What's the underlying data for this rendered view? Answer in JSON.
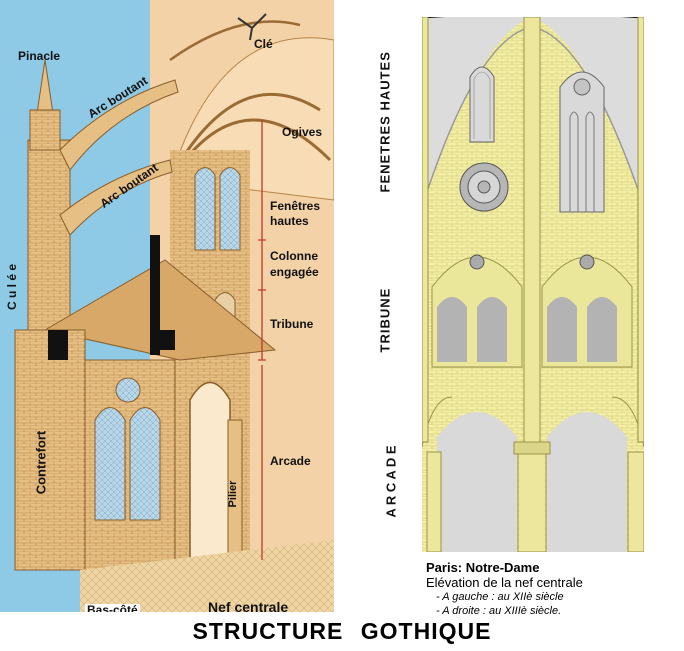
{
  "left_labels": {
    "pinacle": "Pinacle",
    "arc_boutant_1": "Arc boutant",
    "arc_boutant_2": "Arc boutant",
    "cle": "Clé",
    "ogives": "Ogives",
    "fenetres_hautes_1": "Fenêtres",
    "fenetres_hautes_2": "hautes",
    "colonne_1": "Colonne",
    "colonne_2": "engagée",
    "tribune": "Tribune",
    "arcade": "Arcade",
    "culee": "C u l é e",
    "contrefort": "Contrefort",
    "pilier": "Pilier",
    "bas_cote": "Bas-côté",
    "nef_centrale": "Nef centrale"
  },
  "right_labels": {
    "fenetres_hautes": "FENETRES HAUTES",
    "tribune": "TRIBUNE",
    "arcade": "A R C A D E"
  },
  "caption": {
    "title": "Paris: Notre-Dame",
    "subtitle": "Elévation de la nef centrale",
    "left_note": "- A gauche : au XIIè siècle",
    "right_note": "- A droite : au XIIIè siècle."
  },
  "main_title": "STRUCTURE  GOTHIQUE",
  "colors": {
    "sky": "#8ec9e6",
    "stone": "#e8c48a",
    "stone_dark": "#b88544",
    "elevation_wall": "#f2efa4",
    "elevation_arch": "#d9d9d9",
    "leader_red": "#c0392b"
  }
}
